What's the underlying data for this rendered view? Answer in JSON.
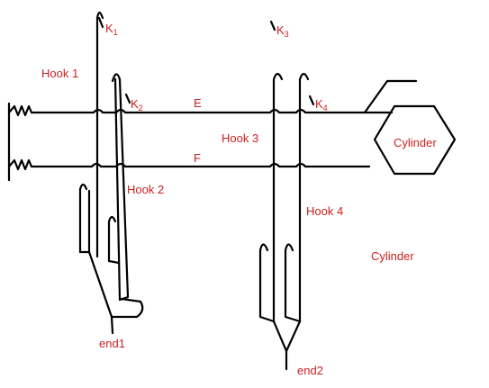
{
  "labels": {
    "k1": {
      "letter": "K",
      "sub": "1"
    },
    "k2": {
      "letter": "K",
      "sub": "2"
    },
    "k3": {
      "letter": "K",
      "sub": "3"
    },
    "k4": {
      "letter": "K",
      "sub": "4"
    },
    "hook1": "Hook 1",
    "hook2": "Hook 2",
    "hook3": "Hook 3",
    "hook4": "Hook 4",
    "wire_e": "E",
    "wire_f": "F",
    "cylinder_inside": "Cylinder",
    "cylinder_outside": "Cylinder",
    "end1": "end1",
    "end2": "end2"
  },
  "colors": {
    "label": "#cc1f1f",
    "line": "#000000"
  }
}
